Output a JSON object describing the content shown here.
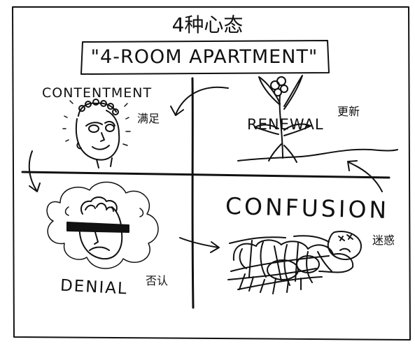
{
  "title": "4种心态",
  "apartment_banner": "\"4-Room Apartment\"",
  "rooms": {
    "contentment": {
      "label_en": "Contentment",
      "label_cn": "满足"
    },
    "renewal": {
      "label_en": "Renewal",
      "label_cn": "更新"
    },
    "denial": {
      "label_en": "Denial",
      "label_cn": "否认"
    },
    "confusion": {
      "label_en": "Confusion",
      "label_cn": "迷惑"
    }
  }
}
